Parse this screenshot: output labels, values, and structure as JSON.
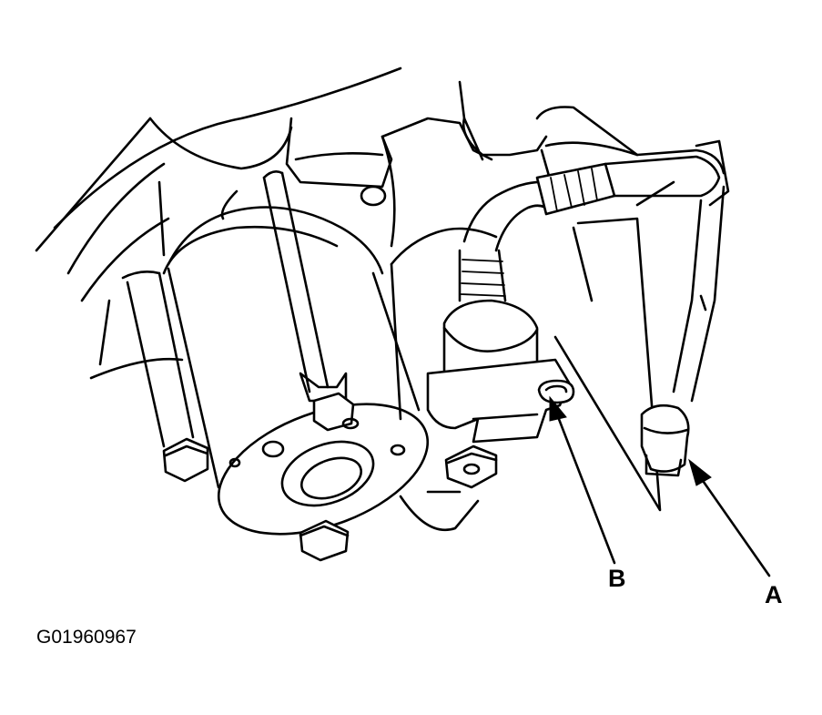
{
  "diagram": {
    "callouts": [
      {
        "id": "A",
        "label": "A",
        "target": "connector-plug"
      },
      {
        "id": "B",
        "label": "B",
        "target": "mounting-bolt-hole"
      }
    ],
    "figure_code": "G01960967"
  }
}
